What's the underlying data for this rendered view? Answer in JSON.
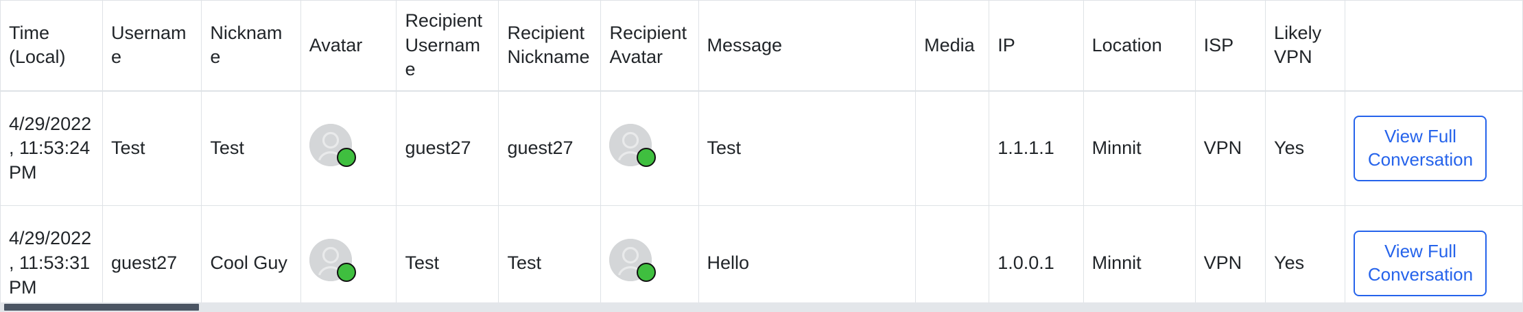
{
  "table": {
    "columns": [
      {
        "key": "time",
        "label": "Time (Local)"
      },
      {
        "key": "username",
        "label": "Username"
      },
      {
        "key": "nickname",
        "label": "Nickname"
      },
      {
        "key": "avatar",
        "label": "Avatar"
      },
      {
        "key": "rusername",
        "label": "Recipient Username"
      },
      {
        "key": "rnickname",
        "label": "Recipient Nickname"
      },
      {
        "key": "ravatar",
        "label": "Recipient Avatar"
      },
      {
        "key": "message",
        "label": "Message"
      },
      {
        "key": "media",
        "label": "Media"
      },
      {
        "key": "ip",
        "label": "IP"
      },
      {
        "key": "location",
        "label": "Location"
      },
      {
        "key": "isp",
        "label": "ISP"
      },
      {
        "key": "vpn",
        "label": "Likely VPN"
      },
      {
        "key": "action",
        "label": ""
      }
    ],
    "rows": [
      {
        "time": "4/29/2022, 11:53:24 PM",
        "username": "Test",
        "nickname": "Test",
        "avatar": {
          "icon": "user-avatar-icon",
          "status": "online"
        },
        "rusername": "guest27",
        "rnickname": "guest27",
        "ravatar": {
          "icon": "user-avatar-icon",
          "status": "online"
        },
        "message": "Test",
        "media": "",
        "ip": "1.1.1.1",
        "location": "Minnit",
        "isp": "VPN",
        "vpn": "Yes",
        "action_label": "View Full Conversation"
      },
      {
        "time": "4/29/2022, 11:53:31 PM",
        "username": "guest27",
        "nickname": "Cool Guy",
        "avatar": {
          "icon": "user-avatar-icon",
          "status": "online"
        },
        "rusername": "Test",
        "rnickname": "Test",
        "ravatar": {
          "icon": "user-avatar-icon",
          "status": "online"
        },
        "message": "Hello",
        "media": "",
        "ip": "1.0.0.1",
        "location": "Minnit",
        "isp": "VPN",
        "vpn": "Yes",
        "action_label": "View Full Conversation"
      }
    ]
  },
  "colors": {
    "accent": "#2563eb",
    "border": "#dee2e6",
    "text": "#212529",
    "avatar_bg": "#d4d6d8",
    "status_online": "#3fbf3f",
    "scrollbar_track": "#e3e6ea",
    "scrollbar_thumb": "#4b5563"
  },
  "scrollbar": {
    "orientation": "horizontal",
    "thumb_position": "left"
  }
}
